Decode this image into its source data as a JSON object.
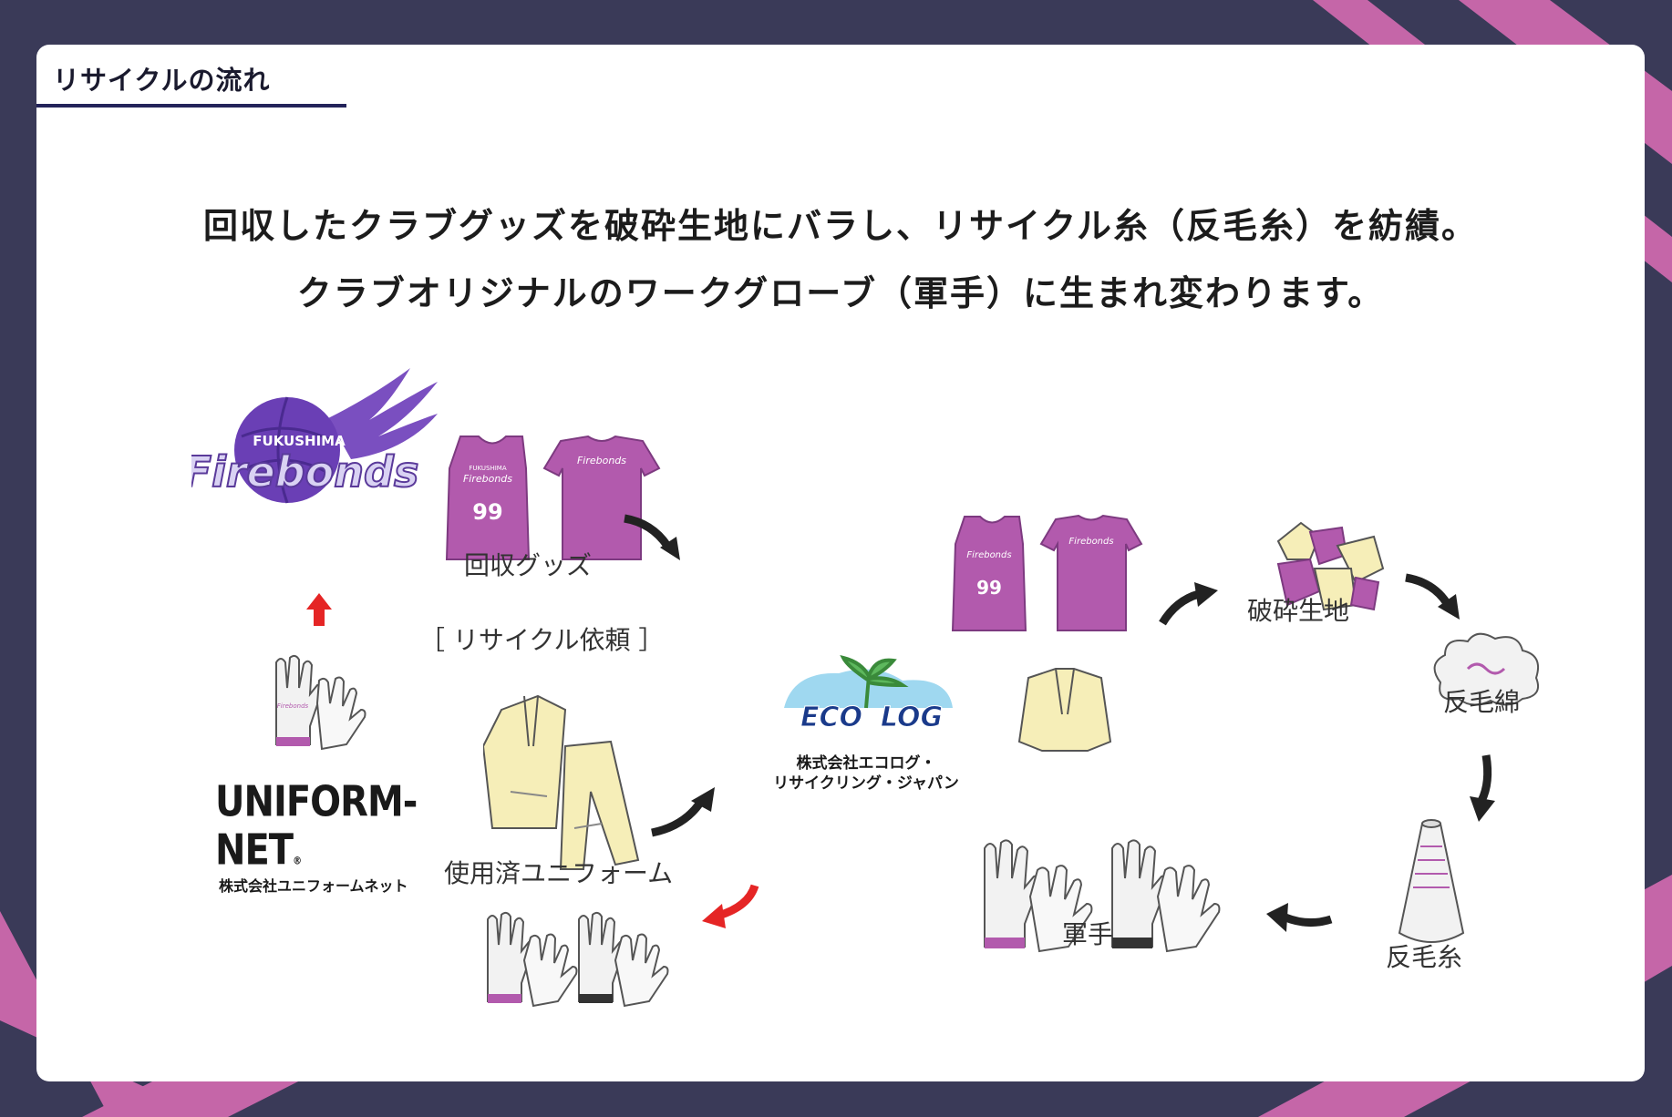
{
  "section_title": "リサイクルの流れ",
  "headline": {
    "line1": "回収したクラブグッズを破砕生地にバラし、リサイクル糸（反毛糸）を紡績。",
    "line2": "クラブオリジナルのワークグローブ（軍手）に生まれ変わります。"
  },
  "logos": {
    "firebonds_city": "FUKUSHIMA",
    "firebonds_name": "Firebonds",
    "uniform_net_name": "UNIFORM-NET",
    "uniform_net_registered": "®",
    "uniform_net_company": "株式会社ユニフォームネット",
    "ecolog_eco": "ECO",
    "ecolog_log": "LOG",
    "ecolog_company_line1": "株式会社エコログ・",
    "ecolog_company_line2": "リサイクリング・ジャパン"
  },
  "jersey": {
    "number": "99",
    "brand": "Firebonds",
    "city": "FUKUSHIMA"
  },
  "steps": {
    "collected_goods": "回収グッズ",
    "recycle_request": "［ リサイクル依頼 ］",
    "used_uniform": "使用済ユニフォーム",
    "crushed_fabric": "破砕生地",
    "recycled_cotton": "反毛綿",
    "recycled_yarn": "反毛糸",
    "work_gloves": "軍手"
  },
  "colors": {
    "page_bg": "#3a3a58",
    "stripe": "#c566a8",
    "card": "#ffffff",
    "title_rule": "#23235a",
    "jersey": "#b25aad",
    "red_arrow": "#e52525",
    "arrow": "#222222",
    "uniform": "#f6eeb8"
  }
}
